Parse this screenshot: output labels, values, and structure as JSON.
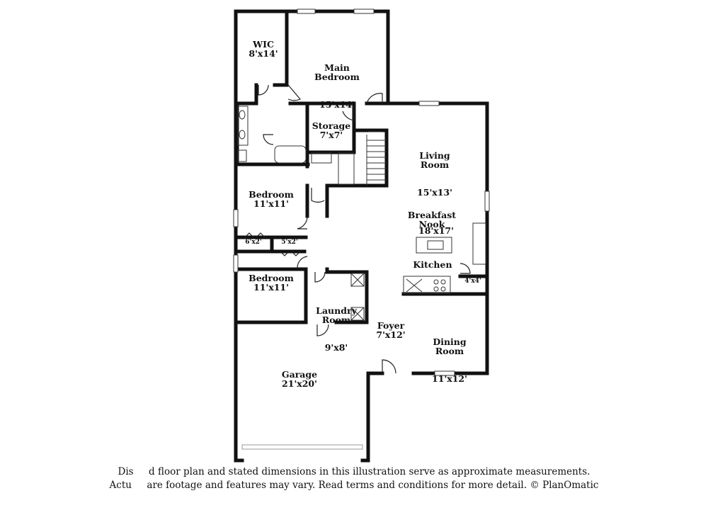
{
  "rooms": {
    "wic": {
      "name": "WIC",
      "dim": "8'x14'"
    },
    "main_bedroom": {
      "name": "Main\nBedroom",
      "dim": "15'x14'"
    },
    "storage": {
      "name": "Storage",
      "dim": "7'x7'"
    },
    "living_room": {
      "name": "Living\nRoom",
      "dim": "15'x13'"
    },
    "bedroom_1": {
      "name": "Bedroom",
      "dim": "11'x11'"
    },
    "breakfast_nook": {
      "name": "Breakfast\nNook",
      "dim": ""
    },
    "kitchen_dim": {
      "name": "",
      "dim": "18'x17'"
    },
    "kitchen": {
      "name": "Kitchen",
      "dim": ""
    },
    "closet_a": {
      "name": "",
      "dim": "6'x2'"
    },
    "closet_b": {
      "name": "",
      "dim": "5'x2'"
    },
    "pantry": {
      "name": "",
      "dim": "4'x4'"
    },
    "bedroom_2": {
      "name": "Bedroom",
      "dim": "11'x11'"
    },
    "laundry": {
      "name": "Laundry\nRoom",
      "dim": "9'x8'"
    },
    "foyer": {
      "name": "Foyer",
      "dim": "7'x12'"
    },
    "dining_room": {
      "name": "Dining\nRoom",
      "dim": "11'x12'"
    },
    "garage": {
      "name": "Garage",
      "dim": "21'x20'"
    }
  },
  "disclaimer": {
    "line1": "Dis     d floor plan and stated dimensions in this illustration serve as approximate measurements.",
    "line2": "Actu     are footage and features may vary. Read terms and conditions for more detail. © PlanOmatic"
  }
}
